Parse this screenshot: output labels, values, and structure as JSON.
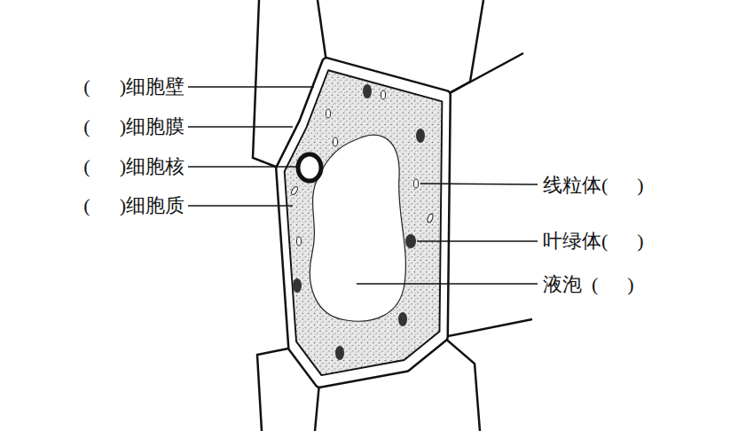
{
  "diagram": {
    "labels": [
      "(      )细胞壁",
      "(      )细胞膜",
      "(      )细胞核",
      "(      )细胞质",
      "线粒体(      )",
      "叶绿体(      )",
      "液泡  (      )"
    ]
  }
}
